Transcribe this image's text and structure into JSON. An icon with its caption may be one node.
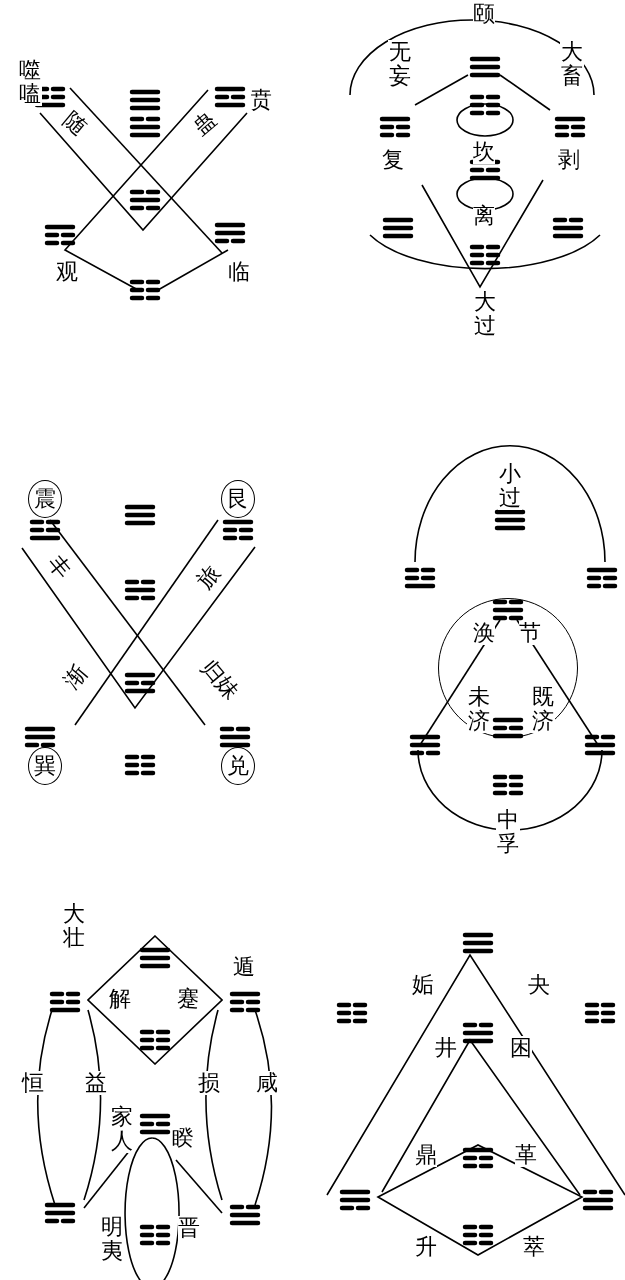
{
  "diagram": {
    "nodes": [
      {
        "text": [
          "震"
        ]
      },
      {
        "text": [
          "艮"
        ]
      },
      {
        "text": [
          "巽"
        ]
      },
      {
        "text": [
          "兑"
        ]
      },
      {
        "text": [
          "涣",
          "节",
          "未济",
          "既济"
        ]
      },
      {
        "text": [
          "解",
          "蹇"
        ]
      }
    ],
    "labels": [
      "噬嗑",
      "随",
      "蛊",
      "贲",
      "观",
      "临",
      "颐",
      "无妄",
      "大畜",
      "复",
      "坎",
      "剥",
      "离",
      "大过",
      "丰",
      "旅",
      "渐",
      "归妹",
      "小过",
      "中孚",
      "大壮",
      "遁",
      "恒",
      "益",
      "损",
      "咸",
      "家人",
      "睽",
      "明夷",
      "晋",
      "姤",
      "夬",
      "井",
      "困",
      "鼎",
      "革",
      "升",
      "萃"
    ]
  }
}
